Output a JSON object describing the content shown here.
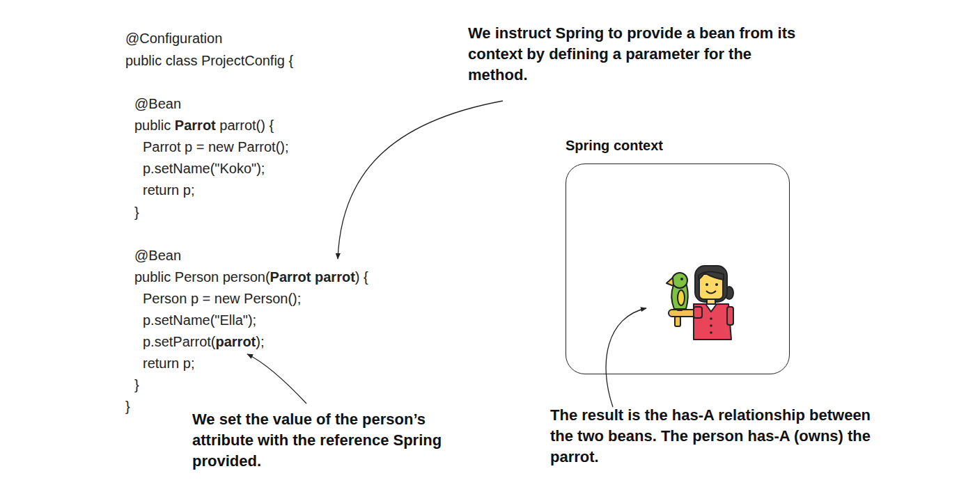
{
  "diagram": {
    "nodes": [
      {
        "text": [
          "Spring context"
        ]
      }
    ],
    "labels": [
      "@Configuration",
      "public class ProjectConfig {",
      "@Bean",
      "public",
      "Parrot",
      "parrot() {",
      "Parrot p = new Parrot();",
      "p.setName(\"Koko\");",
      "return p;",
      "}",
      "@Bean",
      "public Person person(",
      "Parrot parrot",
      ") {",
      "Person p = new Person();",
      "p.setName(\"Ella\");",
      "p.setParrot(",
      "parrot",
      ");",
      "return p;",
      "}",
      "}",
      "We instruct Spring to provide a bean from its context by defining a parameter for the method.",
      "We set the value of the person’s attribute with the reference Spring provided.",
      "The result is the has-A relationship between the two beans. The person has-A (owns) the parrot."
    ]
  }
}
